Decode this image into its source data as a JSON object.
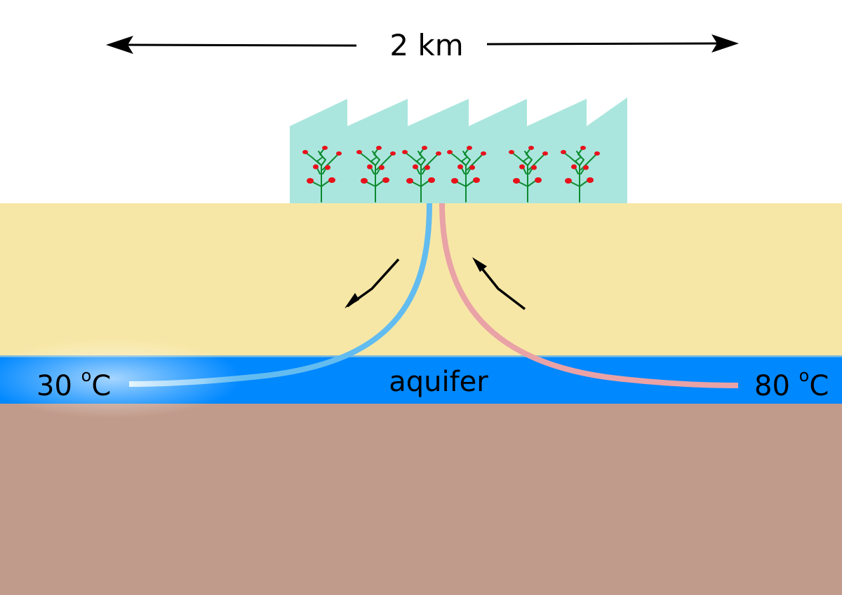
{
  "scale": {
    "label": "2 km"
  },
  "aquifer": {
    "label": "aquifer"
  },
  "cold_well": {
    "temperature_value": "30 ",
    "temperature_degree": "o",
    "temperature_unit": "C"
  },
  "warm_well": {
    "temperature_value": "80 ",
    "temperature_degree": "o",
    "temperature_unit": "C"
  },
  "colors": {
    "sky": "#ffffff",
    "soil_top": "#f7e7a6",
    "aquifer": "#0088ff",
    "bedrock": "#c09a8a",
    "greenhouse": "#aae6de",
    "cold_pipe": "#62bcf0",
    "warm_pipe": "#e9a2a6",
    "plant_stem": "#0e8a2e",
    "plant_fruit": "#e8111b",
    "flow_arrow": "#000000"
  },
  "icons": {
    "scale_left_arrow": "arrowhead-left-icon",
    "scale_right_arrow": "arrowhead-right-icon",
    "flow_down": "flow-arrow-down-icon",
    "flow_up": "flow-arrow-up-icon",
    "plant": "tomato-plant-icon"
  }
}
